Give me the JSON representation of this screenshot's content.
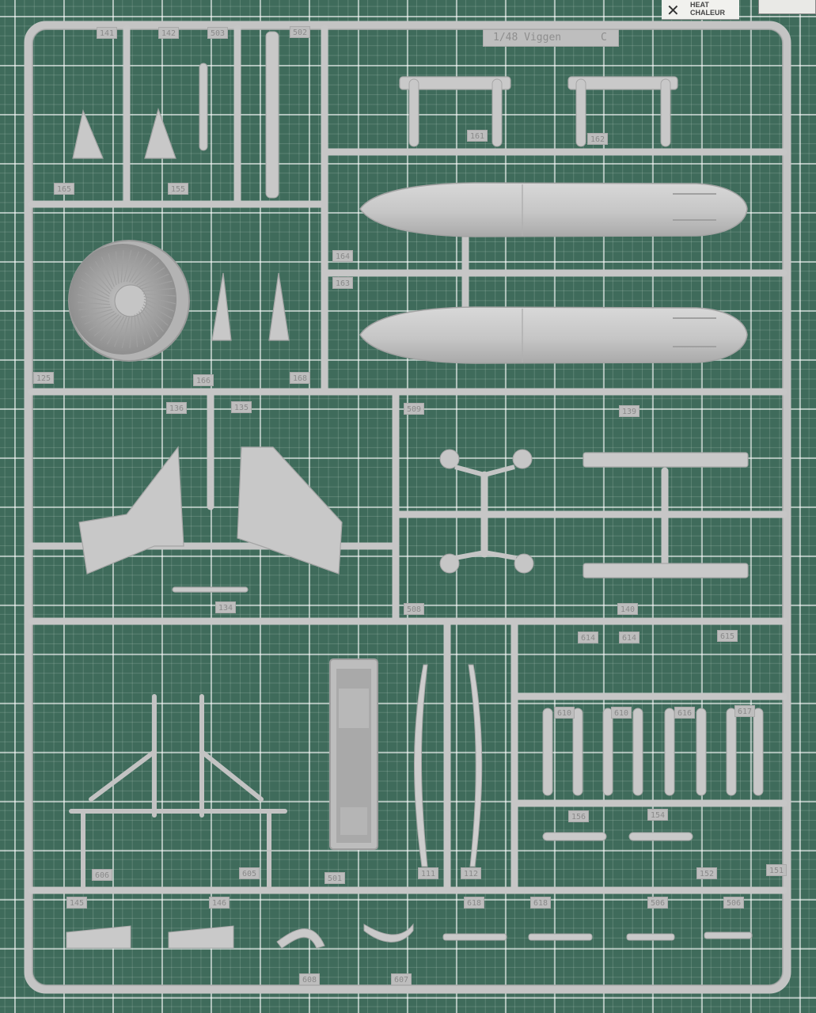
{
  "photo": {
    "subject": "plastic model kit sprue on cutting mat",
    "colors": {
      "mat": "#3f6b5b",
      "grid": "#cfe0d6",
      "plastic": "#c9c9c9",
      "plastic_shadow": "#a9a9a9",
      "label": "#8a8a8a"
    }
  },
  "frame_title": {
    "scale": "1/48 Viggen",
    "sprue_letter": "C"
  },
  "heat_warning": {
    "line1": "HEAT",
    "line2": "CHALEUR"
  },
  "part_numbers": [
    "141",
    "142",
    "503",
    "502",
    "161",
    "162",
    "165",
    "155",
    "164",
    "163",
    "125",
    "166",
    "168",
    "136",
    "135",
    "509",
    "139",
    "134",
    "508",
    "140",
    "614",
    "614",
    "615",
    "610",
    "610",
    "616",
    "617",
    "156",
    "154",
    "606",
    "605",
    "501",
    "111",
    "112",
    "152",
    "151",
    "145",
    "146",
    "618",
    "618",
    "506",
    "506",
    "608",
    "607"
  ]
}
